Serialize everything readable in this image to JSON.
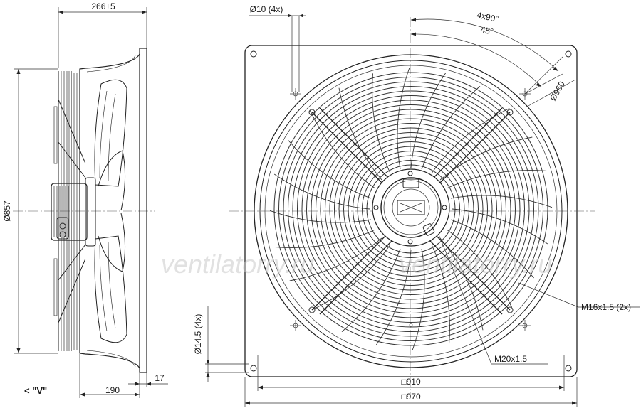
{
  "watermark": "ventilatorry.ru",
  "side_view": {
    "dim_depth": "266±5",
    "dim_diameter": "Ø857",
    "dim_flange": "17",
    "dim_base": "190",
    "view_marker": "< \"V\""
  },
  "front_view": {
    "dim_hole_dia": "Ø10 (4x)",
    "dim_angle_4x": "4x90°",
    "dim_angle_45": "45°",
    "dim_circle": "Ø960",
    "dim_slot": "Ø14.5 (4x)",
    "label_m16": "M16x1.5 (2x)",
    "label_m20": "M20x1.5",
    "dim_910": "□910",
    "dim_970": "□970"
  },
  "colors": {
    "line": "#222222",
    "watermark": "#c9c9c9"
  }
}
